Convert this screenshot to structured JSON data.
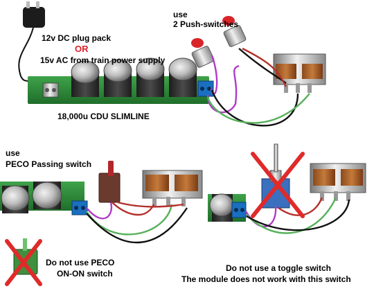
{
  "labels": {
    "plug_pack": "12v DC plug pack",
    "or": "OR",
    "ac_supply": "15v AC from train power supply",
    "use_top": "use",
    "push_switches": "2 Push-switches",
    "cdu_name": "18,000u CDU SLIMLINE",
    "use_mid": "use",
    "peco_passing": "PECO Passing switch",
    "no_peco_line1": "Do not use PECO",
    "no_peco_line2": "ON-ON switch",
    "no_toggle_line1": "Do not use a toggle switch",
    "no_toggle_line2": "The module does not work with this switch"
  },
  "colors": {
    "pcb_green": "#2f8a3a",
    "capacitor_dark": "#2b2b2b",
    "capacitor_silver": "#c8c8c8",
    "terminal_blue": "#1a6fc0",
    "wire_green": "#57b05a",
    "wire_purple": "#b03ac8",
    "wire_red": "#b4302a",
    "wire_black": "#111111",
    "cross_red": "#e02a2a",
    "or_red": "#e0202a"
  },
  "icons": {
    "plug_pack": "dc-plug-pack-icon",
    "push_switch": "push-button-switch-icon",
    "point_motor": "point-motor-icon",
    "peco_switch": "peco-passing-switch-icon",
    "toggle_switch": "toggle-switch-icon",
    "cross": "red-cross-icon"
  }
}
